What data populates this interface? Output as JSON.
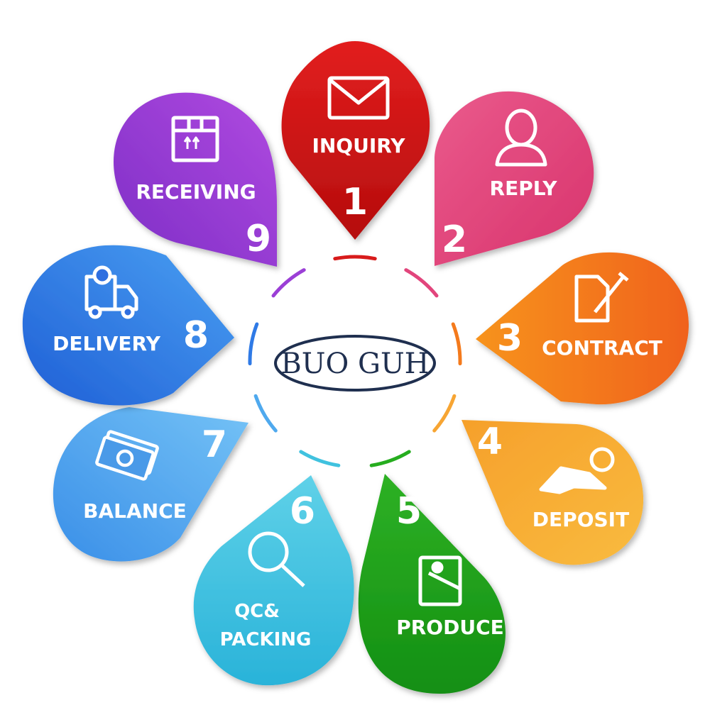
{
  "logo": {
    "text": "BUO GUH"
  },
  "steps": [
    {
      "id": "inquiry",
      "number": "1",
      "label": "INQUIRY",
      "icon": "envelope-icon",
      "color": "#d81b1b"
    },
    {
      "id": "reply",
      "number": "2",
      "label": "REPLY",
      "icon": "person-icon",
      "color": "#e2457c"
    },
    {
      "id": "contract",
      "number": "3",
      "label": "CONTRACT",
      "icon": "document-pen-icon",
      "color": "#f47a1c"
    },
    {
      "id": "deposit",
      "number": "4",
      "label": "DEPOSIT",
      "icon": "hand-coin-icon",
      "color": "#f7a533"
    },
    {
      "id": "produce",
      "number": "5",
      "label": "PRODUCE",
      "icon": "canvas-brush-icon",
      "color": "#26ad1f"
    },
    {
      "id": "qc",
      "number": "6",
      "label_line1": "QC&",
      "label_line2": "PACKING",
      "icon": "magnifier-icon",
      "color": "#40c2df"
    },
    {
      "id": "balance",
      "number": "7",
      "label": "BALANCE",
      "icon": "money-bills-icon",
      "color": "#4fa9ee"
    },
    {
      "id": "delivery",
      "number": "8",
      "label": "DELIVERY",
      "icon": "truck-icon",
      "color": "#2f7ae6"
    },
    {
      "id": "receiving",
      "number": "9",
      "label": "RECEIVING",
      "icon": "package-box-icon",
      "color": "#9b3fd6"
    }
  ],
  "ring_colors": [
    "#d81b1b",
    "#e2457c",
    "#f47a1c",
    "#f7a533",
    "#26ad1f",
    "#40c2df",
    "#4fa9ee",
    "#2f7ae6",
    "#9b3fd6"
  ]
}
